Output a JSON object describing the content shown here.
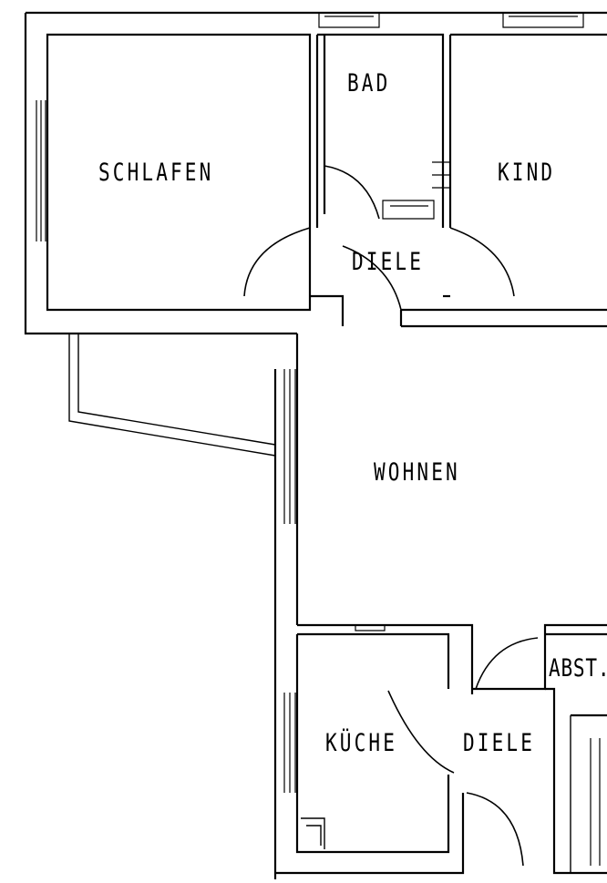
{
  "floorplan": {
    "rooms": {
      "schlafen": "SCHLAFEN",
      "bad": "BAD",
      "kind": "KIND",
      "diele_top": "DIELE",
      "wohnen": "WOHNEN",
      "abst": "ABST.",
      "kueche": "KÜCHE",
      "diele_bottom": "DIELE"
    }
  }
}
